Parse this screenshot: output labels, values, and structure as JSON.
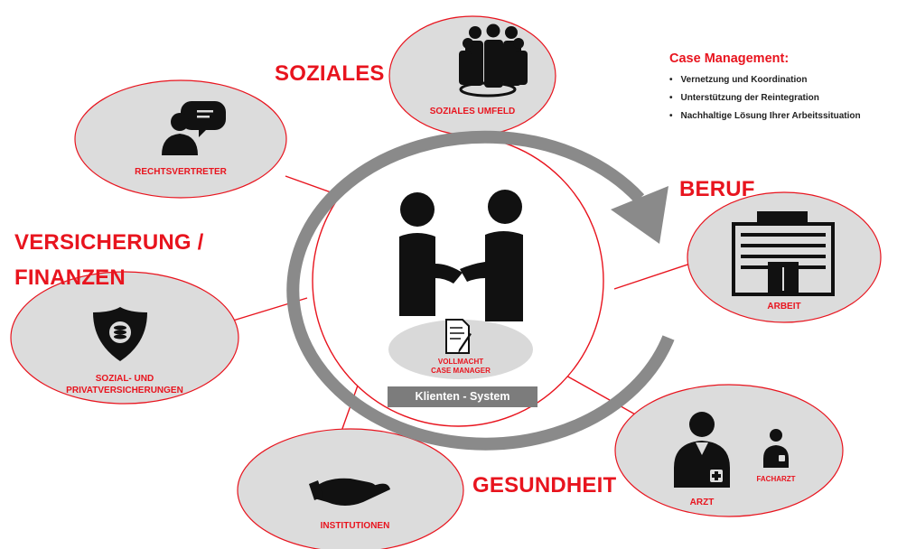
{
  "categories": {
    "soziales": "SOZIALES",
    "beruf": "BERUF",
    "versicherung_line1": "VERSICHERUNG /",
    "versicherung_line2": "FINANZEN",
    "gesundheit": "GESUNDHEIT"
  },
  "nodes": {
    "soziales_umfeld": "SOZIALES UMFELD",
    "rechtsvertreter": "RECHTSVERTRETER",
    "arbeit": "ARBEIT",
    "sozial_line1": "SOZIAL- UND",
    "sozial_line2": "PRIVATVERSICHERUNGEN",
    "institutionen": "INSTITUTIONEN",
    "arzt": "ARZT",
    "facharzt": "FACHARZT"
  },
  "center": {
    "vollmacht_line1": "VOLLMACHT",
    "vollmacht_line2": "CASE MANAGER",
    "klienten_system": "Klienten - System"
  },
  "case_management": {
    "title": "Case Management:",
    "items": [
      "Vernetzung und Koordination",
      "Unterstützung der Reintegration",
      "Nachhaltige Lösung Ihrer Arbeitssituation"
    ]
  },
  "colors": {
    "accent": "#e8141e",
    "bubble_fill": "#dcdcdc",
    "arrow": "#8a8a8a",
    "icon": "#111111"
  },
  "icons": [
    "people-group-icon",
    "speaking-person-icon",
    "handshake-icon",
    "document-pen-icon",
    "building-icon",
    "shield-coins-icon",
    "hand-icon",
    "doctor-icon"
  ]
}
